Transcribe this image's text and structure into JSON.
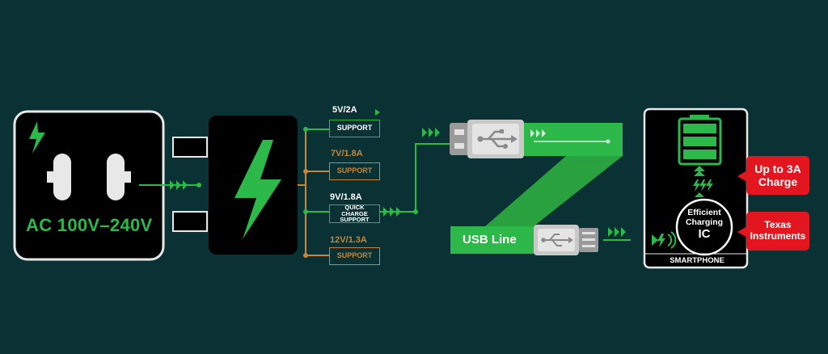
{
  "outlet": {
    "label": "AC 100V–240V",
    "icon": "bolt-icon"
  },
  "charger": {
    "icon": "bolt-icon"
  },
  "outputs": [
    {
      "voltage": "5V/2A",
      "support": "SUPPORT",
      "state": "active"
    },
    {
      "voltage": "7V/1.8A",
      "support": "SUPPORT",
      "state": "inactive"
    },
    {
      "voltage": "9V/1.8A",
      "support": "QUICK CHARGE SUPPORT",
      "state": "active"
    },
    {
      "voltage": "12V/1.3A",
      "support": "SUPPORT",
      "state": "inactive"
    }
  ],
  "cable": {
    "label": "USB Line"
  },
  "phone": {
    "ic_line1": "Efficient",
    "ic_line2": "Charging",
    "ic_line3": "IC",
    "label": "SMARTPHONE"
  },
  "callouts": {
    "charge": "Up to 3A Charge",
    "brand": "Texas Instruments"
  },
  "colors": {
    "background": "#0a3133",
    "accent_green": "#2db84a",
    "inactive_orange": "#c88637",
    "callout_red": "#e3161f",
    "device_black": "#000000"
  }
}
